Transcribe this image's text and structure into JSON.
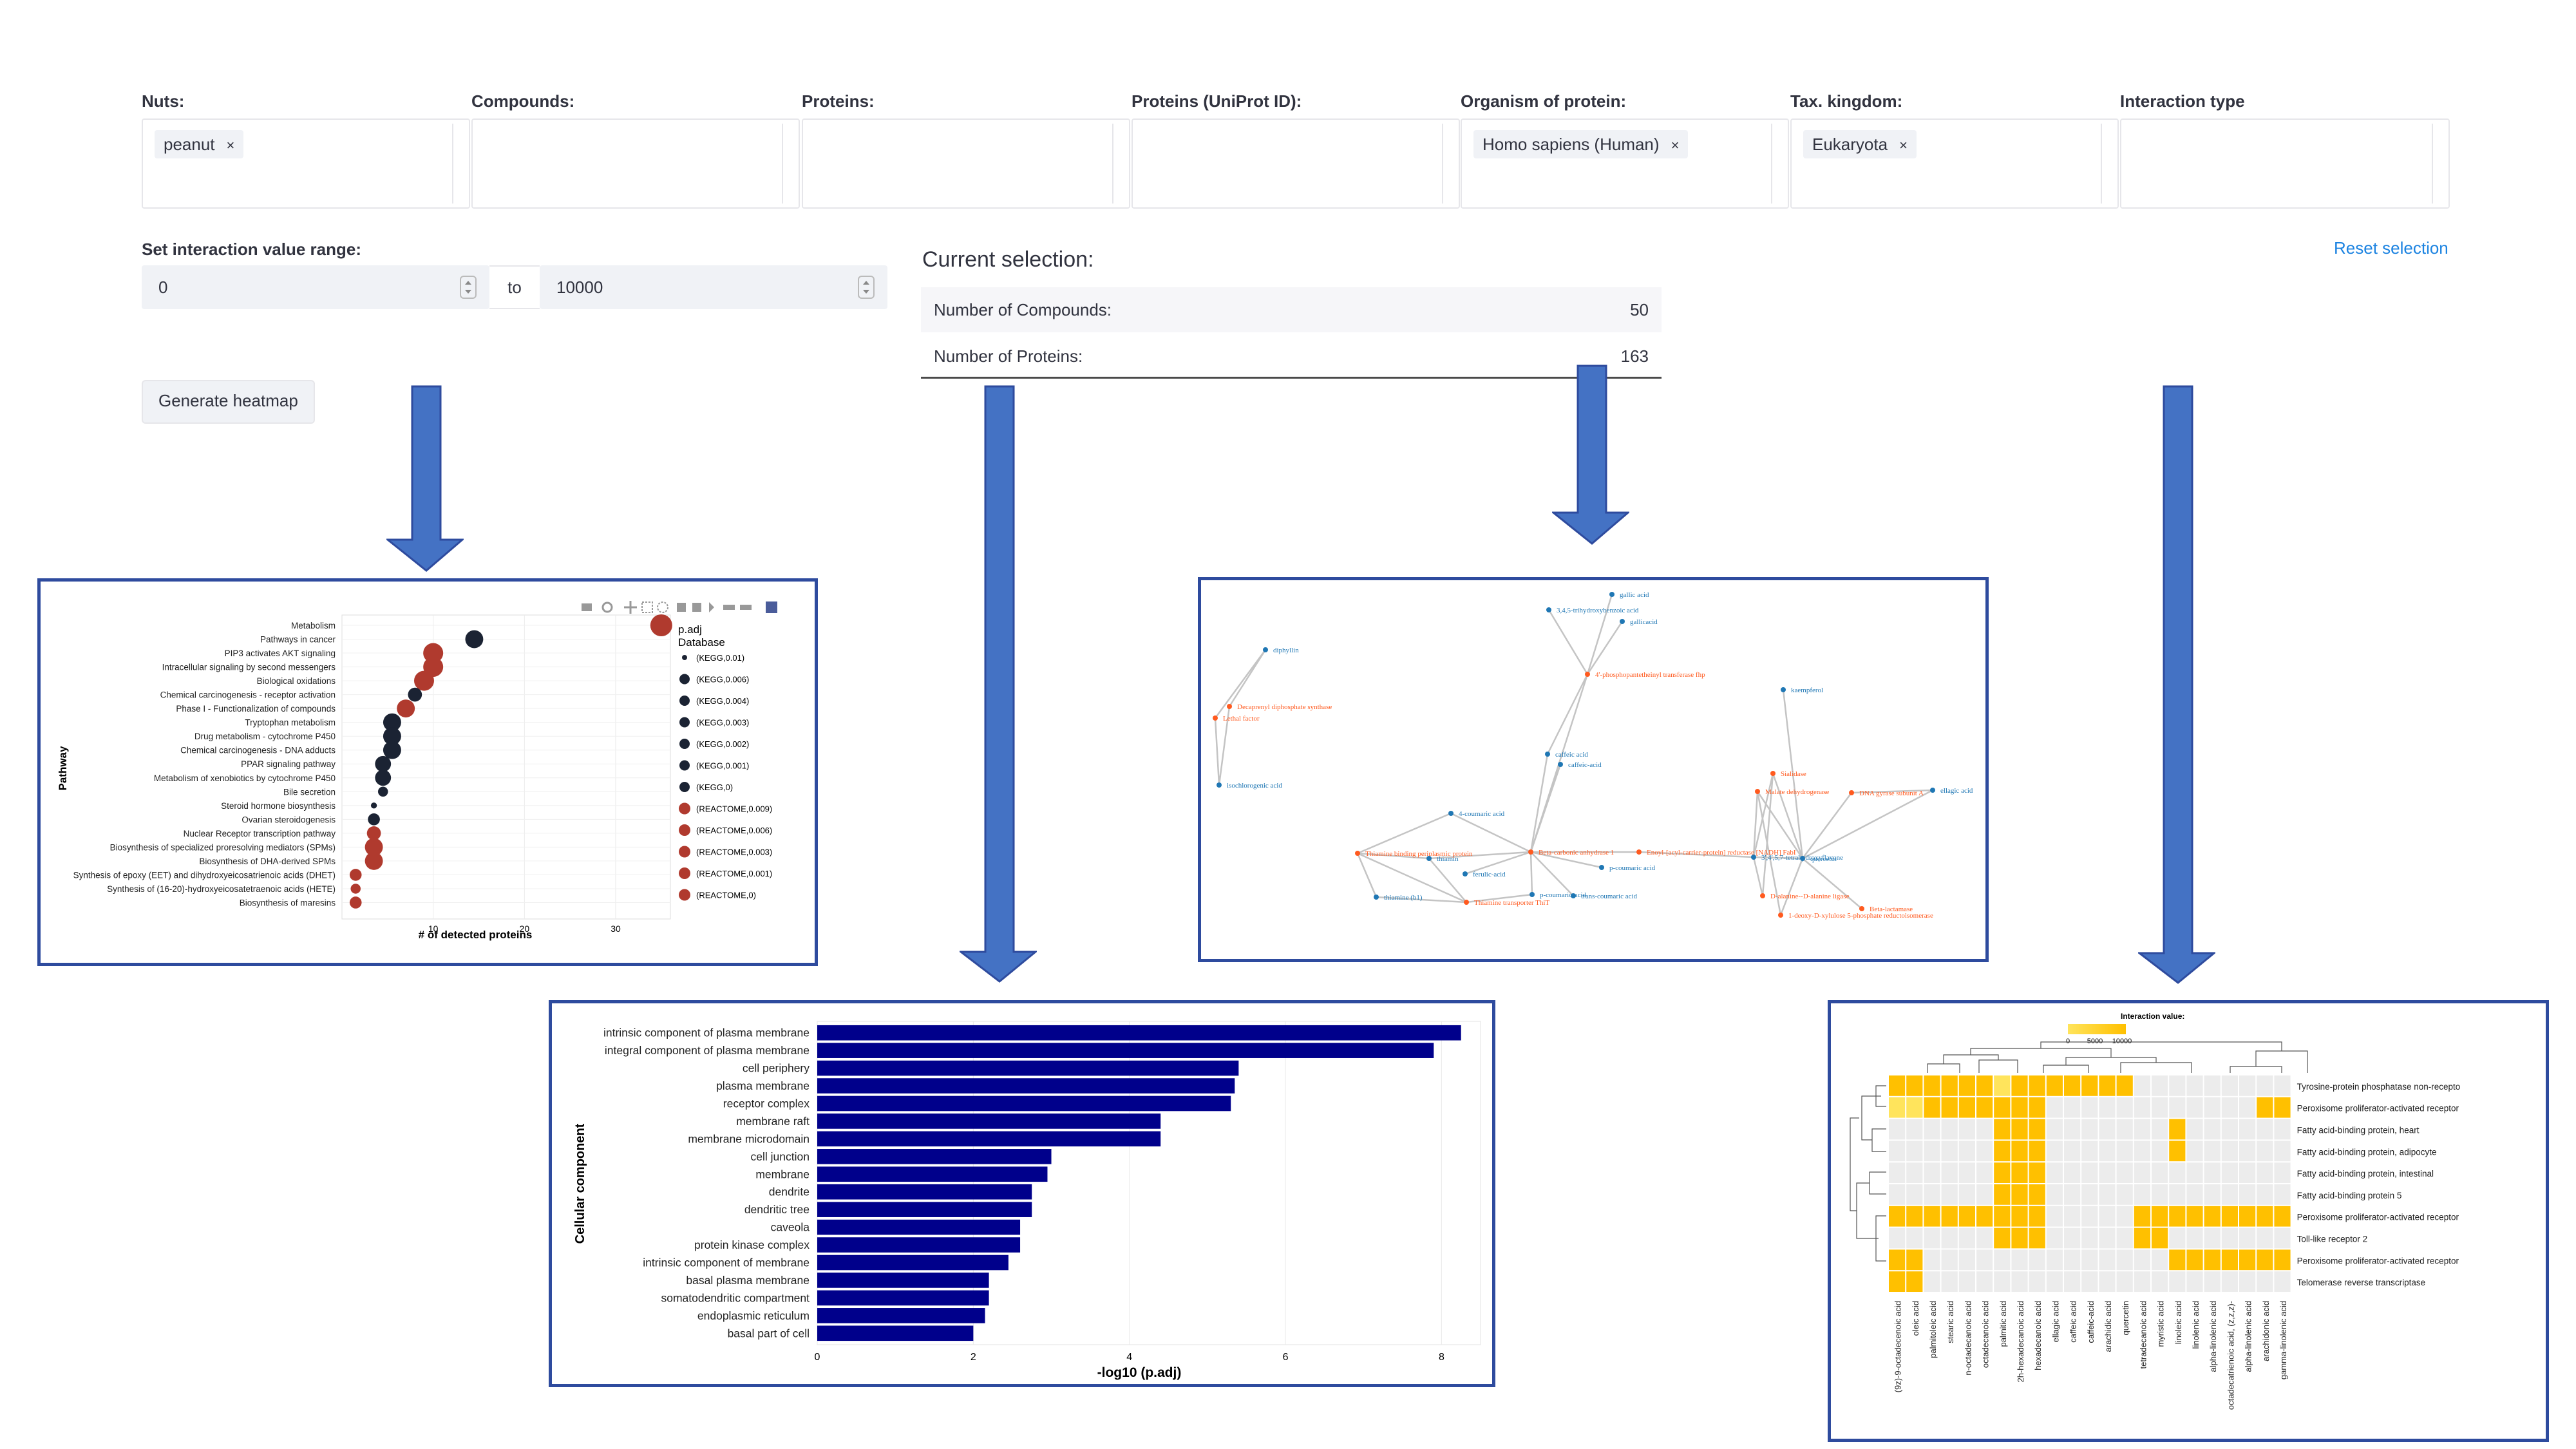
{
  "filters": [
    {
      "label": "Nuts:",
      "chip": "peanut"
    },
    {
      "label": "Compounds:",
      "chip": null
    },
    {
      "label": "Proteins:",
      "chip": null
    },
    {
      "label": "Proteins (UniProt ID):",
      "chip": null
    },
    {
      "label": "Organism of protein:",
      "chip": "Homo sapiens (Human)"
    },
    {
      "label": "Tax. kingdom:",
      "chip": "Eukaryota"
    },
    {
      "label": "Interaction type",
      "chip": null
    }
  ],
  "chip_remove_glyph": "×",
  "range": {
    "label": "Set interaction value range:",
    "min": "0",
    "to_label": "to",
    "max": "10000"
  },
  "generate_button": "Generate heatmap",
  "selection": {
    "title": "Current selection:",
    "reset": "Reset selection",
    "rows": [
      {
        "label": "Number of Compounds:",
        "value": "50"
      },
      {
        "label": "Number of Proteins:",
        "value": "163"
      }
    ]
  },
  "colors": {
    "accent": "#1c83e1",
    "arrow": "#4472c4",
    "panel_border": "#2e4b9e",
    "kegg": "#1b2333",
    "reactome": "#b03a2e",
    "bar": "#00008b",
    "heat_high": "#ffc000",
    "heat_mid": "#ffe45c",
    "heat_low": "#ececec",
    "node_compound": "#1f77b4",
    "node_protein": "#ff5a1f"
  },
  "dotplot": {
    "ylabel": "Pathway",
    "xlabel": "# of detected proteins",
    "xticks": [
      "10",
      "20",
      "30"
    ],
    "legend_title": [
      "p.adj",
      "Database"
    ],
    "legend": [
      "(KEGG,0.01)",
      "(KEGG,0.006)",
      "(KEGG,0.004)",
      "(KEGG,0.003)",
      "(KEGG,0.002)",
      "(KEGG,0.001)",
      "(KEGG,0)",
      "(REACTOME,0.009)",
      "(REACTOME,0.006)",
      "(REACTOME,0.003)",
      "(REACTOME,0.001)",
      "(REACTOME,0)"
    ],
    "rows": [
      {
        "name": "Metabolism",
        "x": 35,
        "db": "REACTOME",
        "size": 11
      },
      {
        "name": "Pathways in cancer",
        "x": 14.5,
        "db": "KEGG",
        "size": 9
      },
      {
        "name": "PIP3 activates AKT signaling",
        "x": 10,
        "db": "REACTOME",
        "size": 10
      },
      {
        "name": "Intracellular signaling by second messengers",
        "x": 10,
        "db": "REACTOME",
        "size": 10
      },
      {
        "name": "Biological oxidations",
        "x": 9,
        "db": "REACTOME",
        "size": 10
      },
      {
        "name": "Chemical carcinogenesis - receptor activation",
        "x": 8,
        "db": "KEGG",
        "size": 7
      },
      {
        "name": "Phase I - Functionalization of compounds",
        "x": 7,
        "db": "REACTOME",
        "size": 9
      },
      {
        "name": "Tryptophan metabolism",
        "x": 5.5,
        "db": "KEGG",
        "size": 9
      },
      {
        "name": "Drug metabolism - cytochrome P450",
        "x": 5.5,
        "db": "KEGG",
        "size": 9
      },
      {
        "name": "Chemical carcinogenesis - DNA adducts",
        "x": 5.5,
        "db": "KEGG",
        "size": 9
      },
      {
        "name": "PPAR signaling pathway",
        "x": 4.5,
        "db": "KEGG",
        "size": 8
      },
      {
        "name": "Metabolism of xenobiotics by cytochrome P450",
        "x": 4.5,
        "db": "KEGG",
        "size": 8
      },
      {
        "name": "Bile secretion",
        "x": 4.5,
        "db": "KEGG",
        "size": 5
      },
      {
        "name": "Steroid hormone biosynthesis",
        "x": 3.5,
        "db": "KEGG",
        "size": 3
      },
      {
        "name": "Ovarian steroidogenesis",
        "x": 3.5,
        "db": "KEGG",
        "size": 6
      },
      {
        "name": "Nuclear Receptor transcription pathway",
        "x": 3.5,
        "db": "REACTOME",
        "size": 7
      },
      {
        "name": "Biosynthesis of specialized proresolving mediators (SPMs)",
        "x": 3.5,
        "db": "REACTOME",
        "size": 9
      },
      {
        "name": "Biosynthesis of DHA-derived SPMs",
        "x": 3.5,
        "db": "REACTOME",
        "size": 9
      },
      {
        "name": "Synthesis of epoxy (EET) and dihydroxyeicosatrienoic acids (DHET)",
        "x": 1.5,
        "db": "REACTOME",
        "size": 6
      },
      {
        "name": "Synthesis of (16-20)-hydroxyeicosatetraenoic acids (HETE)",
        "x": 1.5,
        "db": "REACTOME",
        "size": 5
      },
      {
        "name": "Biosynthesis of maresins",
        "x": 1.5,
        "db": "REACTOME",
        "size": 6
      }
    ]
  },
  "chart_data": {
    "type": "bar",
    "orientation": "horizontal",
    "xlabel": "-log10 (p.adj)",
    "ylabel": "Cellular component",
    "xlim": [
      0,
      8.5
    ],
    "xticks": [
      "0",
      "2",
      "4",
      "6",
      "8"
    ],
    "categories": [
      "intrinsic component of plasma membrane",
      "integral component of plasma membrane",
      "cell periphery",
      "plasma membrane",
      "receptor complex",
      "membrane raft",
      "membrane microdomain",
      "cell junction",
      "membrane",
      "dendrite",
      "dendritic tree",
      "caveola",
      "protein kinase complex",
      "intrinsic component of membrane",
      "basal plasma membrane",
      "somatodendritic compartment",
      "endoplasmic reticulum",
      "basal part of cell"
    ],
    "values": [
      8.25,
      7.9,
      5.4,
      5.35,
      5.3,
      4.4,
      4.4,
      3.0,
      2.95,
      2.75,
      2.75,
      2.6,
      2.6,
      2.45,
      2.2,
      2.2,
      2.15,
      2.0
    ]
  },
  "network": {
    "nodes": [
      {
        "label": "gallic acid",
        "kind": "compound"
      },
      {
        "label": "3,4,5-trihydroxybenzoic acid",
        "kind": "compound"
      },
      {
        "label": "gallicacid",
        "kind": "compound"
      },
      {
        "label": "4'-phosphopantetheinyl transferase fhp",
        "kind": "protein"
      },
      {
        "label": "diphyllin",
        "kind": "compound"
      },
      {
        "label": "Decaprenyl diphosphate synthase",
        "kind": "protein"
      },
      {
        "label": "Lethal factor",
        "kind": "protein"
      },
      {
        "label": "isochlorogenic acid",
        "kind": "compound"
      },
      {
        "label": "caffeic acid",
        "kind": "compound"
      },
      {
        "label": "caffeic-acid",
        "kind": "compound"
      },
      {
        "label": "kaempferol",
        "kind": "compound"
      },
      {
        "label": "Sialidase",
        "kind": "protein"
      },
      {
        "label": "Malate dehydrogenase",
        "kind": "protein"
      },
      {
        "label": "DNA gyrase subunit A",
        "kind": "protein"
      },
      {
        "label": "ellagic acid",
        "kind": "compound"
      },
      {
        "label": "4-coumaric acid",
        "kind": "compound"
      },
      {
        "label": "Thiamine binding periplasmic protein",
        "kind": "protein"
      },
      {
        "label": "thiamin",
        "kind": "compound"
      },
      {
        "label": "Beta-carbonic anhydrase 1",
        "kind": "protein"
      },
      {
        "label": "Enoyl-[acyl-carrier-protein] reductase [NADH] FabI",
        "kind": "protein"
      },
      {
        "label": "3',4',5,7-tetrahydroxyflavone",
        "kind": "compound"
      },
      {
        "label": "quercetin",
        "kind": "compound"
      },
      {
        "label": "p-coumaric acid",
        "kind": "compound"
      },
      {
        "label": "ferulic-acid",
        "kind": "compound"
      },
      {
        "label": "p-coumaric-acid",
        "kind": "compound"
      },
      {
        "label": "trans-coumaric acid",
        "kind": "compound"
      },
      {
        "label": "thiamine (b1)",
        "kind": "compound"
      },
      {
        "label": "Thiamine transporter ThiT",
        "kind": "protein"
      },
      {
        "label": "D-alanine--D-alanine ligase",
        "kind": "protein"
      },
      {
        "label": "1-deoxy-D-xylulose 5-phosphate reductoisomerase",
        "kind": "protein"
      },
      {
        "label": "Beta-lactamase",
        "kind": "protein"
      }
    ]
  },
  "heatmap": {
    "legend_title": "Interaction value:",
    "legend_ticks": [
      "0",
      "5000",
      "10000"
    ],
    "rows": [
      "Tyrosine-protein phosphatase non-recepto",
      "Peroxisome proliferator-activated receptor",
      "Fatty acid-binding protein, heart",
      "Fatty acid-binding protein, adipocyte",
      "Fatty acid-binding protein, intestinal",
      "Fatty acid-binding protein 5",
      "Peroxisome proliferator-activated receptor",
      "Toll-like receptor 2",
      "Peroxisome proliferator-activated receptor",
      "Telomerase reverse transcriptase"
    ],
    "cols": [
      "(9z)-9-octadecenoic acid",
      "oleic acid",
      "palmitoleic acid",
      "stearic acid",
      "n-octadecanoic acid",
      "octadecanoic acid",
      "palmitic acid",
      "2h-hexadecanoic acid",
      "hexadecanoic acid",
      "ellagic acid",
      "caffeic acid",
      "caffeic-acid",
      "arachidic acid",
      "quercetin",
      "tetradecanoic acid",
      "myristic acid",
      "linoleic acid",
      "linolenic acid",
      "alpha-linolenic acid",
      "octadecatrienoic acid, (z,z,z)-",
      "alpha-linolenic acid",
      "arachidonic acid",
      "gamma-linolenic acid"
    ],
    "matrix": [
      "HHHHHHMHHHHHHHLLLLLLLLL",
      "MMHHHHHHHLLLLLLLLLLLLHH",
      "LLLLLLHHHLLLLLLLHLLLLLL",
      "LLLLLLHHHLLLLLLLHLLLLLL",
      "LLLLLLHHHLLLLLLLLLLLLLL",
      "LLLLLLHHHLLLLLLLLLLLLLL",
      "HHHHHHHHHLLLLLHHHHHHHHH",
      "LLLLLLHHHLLLLLHHLLLLLLL",
      "HHLLLLLLLLLLLLLLHHHHHHH",
      "HHLLLLLLLLLLLLLLLLLLLLL"
    ]
  }
}
